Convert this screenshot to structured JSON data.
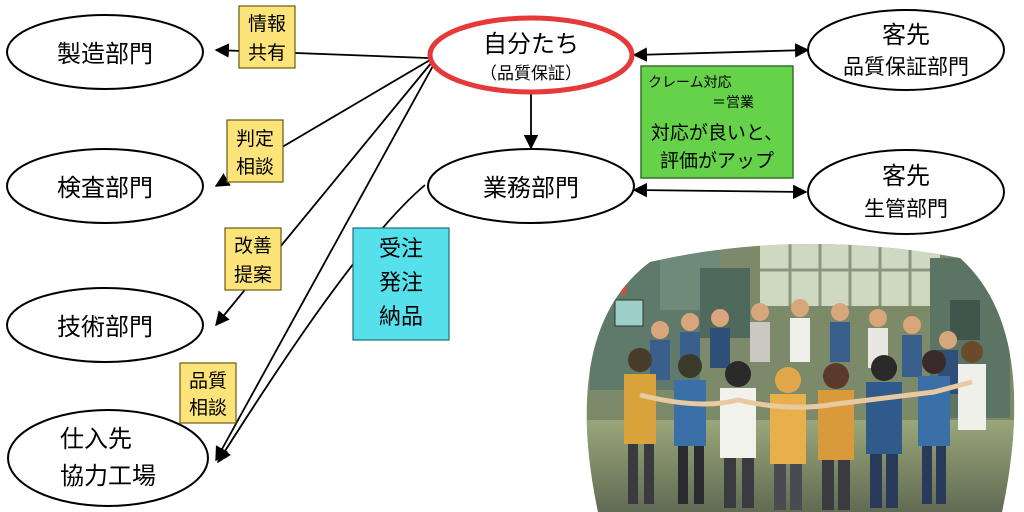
{
  "nodes": {
    "self": {
      "line1": "自分たち",
      "line2": "（品質保証）"
    },
    "manufacturing": {
      "label": "製造部門"
    },
    "inspection": {
      "label": "検査部門"
    },
    "engineering": {
      "label": "技術部門"
    },
    "supplier": {
      "line1": "仕入先",
      "line2": "協力工場"
    },
    "business": {
      "label": "業務部門"
    },
    "customer_qa": {
      "line1": "客先",
      "line2": "品質保証部門"
    },
    "customer_pc": {
      "line1": "客先",
      "line2": "生管部門"
    }
  },
  "tags": {
    "info_share": {
      "line1": "情報",
      "line2": "共有"
    },
    "judgment": {
      "line1": "判定",
      "line2": "相談"
    },
    "improvement": {
      "line1": "改善",
      "line2": "提案"
    },
    "quality_consult": {
      "line1": "品質",
      "line2": "相談"
    },
    "orders": {
      "line1": "受注",
      "line2": "発注",
      "line3": "納品"
    }
  },
  "note": {
    "line1": "クレーム対応",
    "line2": "＝営業",
    "line3": "対応が良いと、",
    "line4": "評価がアップ"
  },
  "colors": {
    "self_border": "#e63a3a",
    "tag_yellow": "#fde47a",
    "tag_cyan": "#55e0ec",
    "note_green": "#66d24a"
  },
  "illustration": {
    "icon": "factory-workers-circle-illustration"
  }
}
